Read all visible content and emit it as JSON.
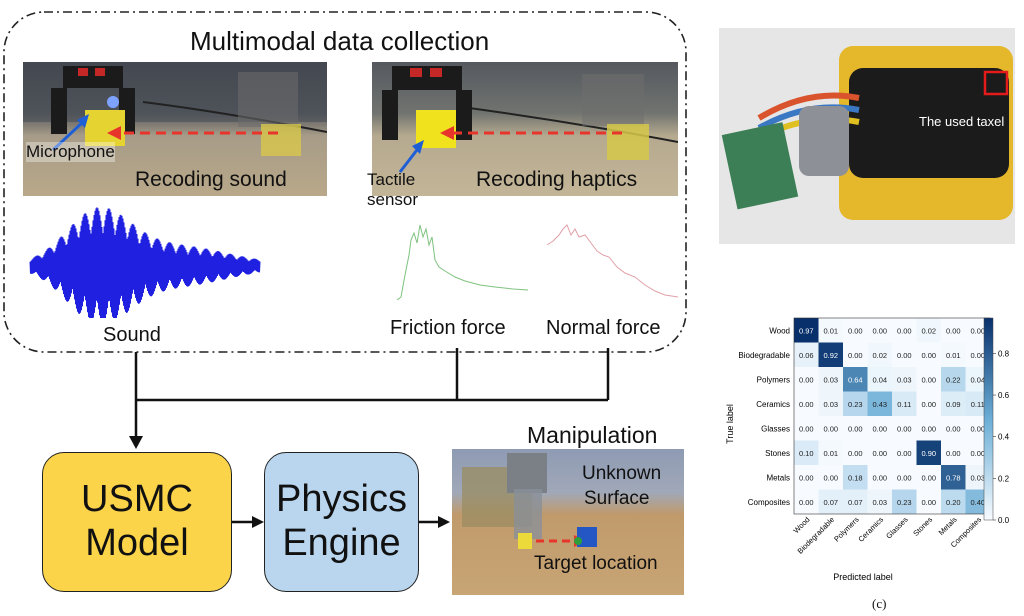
{
  "collection": {
    "title": "Multimodal data collection",
    "photo_sound": {
      "microphone_label": "Microphone",
      "caption": "Recoding sound"
    },
    "photo_haptics": {
      "sensor_label_line1": "Tactile",
      "sensor_label_line2": "sensor",
      "caption": "Recoding haptics"
    },
    "signals": {
      "sound": "Sound",
      "friction": "Friction force",
      "normal": "Normal force"
    }
  },
  "pipeline": {
    "model_line1": "USMC",
    "model_line2": "Model",
    "engine_line1": "Physics",
    "engine_line2": "Engine",
    "manipulation_title": "Manipulation",
    "unknown_line1": "Unknown",
    "unknown_line2": "Surface",
    "target": "Target location"
  },
  "sensor_photo": {
    "taxel_label": "The used taxel"
  },
  "confusion": {
    "caption": "(c)",
    "classes": [
      "Wood",
      "Biodegradable",
      "Polymers",
      "Ceramics",
      "Glasses",
      "Stones",
      "Metals",
      "Composites"
    ],
    "matrix": [
      [
        0.97,
        0.01,
        0.0,
        0.0,
        0.0,
        0.02,
        0.0,
        0.0
      ],
      [
        0.06,
        0.92,
        0.0,
        0.02,
        0.0,
        0.0,
        0.01,
        0.0
      ],
      [
        0.0,
        0.03,
        0.64,
        0.04,
        0.03,
        0.0,
        0.22,
        0.04
      ],
      [
        0.0,
        0.03,
        0.23,
        0.43,
        0.11,
        0.0,
        0.09,
        0.11
      ],
      [
        0.0,
        0.0,
        0.0,
        0.0,
        0.0,
        0.0,
        0.0,
        0.0
      ],
      [
        0.1,
        0.01,
        0.0,
        0.0,
        0.0,
        0.9,
        0.0,
        0.0
      ],
      [
        0.0,
        0.0,
        0.18,
        0.0,
        0.0,
        0.0,
        0.78,
        0.03
      ],
      [
        0.0,
        0.07,
        0.07,
        0.03,
        0.23,
        0.0,
        0.2,
        0.4
      ]
    ],
    "ylabel": "True label",
    "xlabel": "Predicted label",
    "colorbar_ticks": [
      "0.0",
      "0.2",
      "0.4",
      "0.6",
      "0.8"
    ],
    "colorbar_values": [
      0.0,
      0.2,
      0.4,
      0.6,
      0.8
    ],
    "color_low": "#f7fbff",
    "color_high": "#08306b"
  },
  "colors": {
    "model_fill": "#fbd44a",
    "engine_fill": "#b9d6ee",
    "dashed_arrow": "#e8352b",
    "pointer_arrow": "#1f5fd6",
    "sound_wave": "#2020e0",
    "friction_curve": "#7fc27f",
    "normal_curve": "#e0a0a8"
  }
}
